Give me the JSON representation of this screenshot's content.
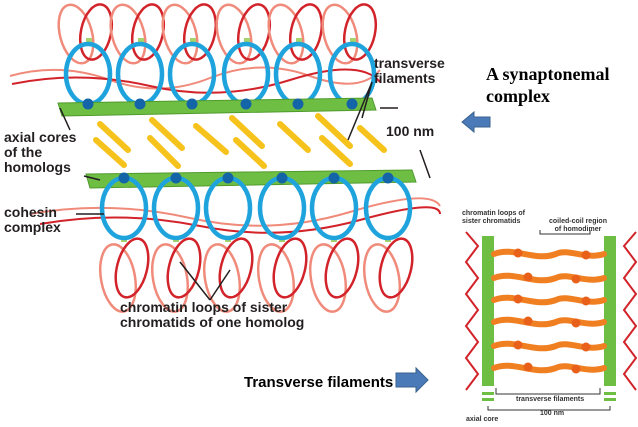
{
  "main_diagram": {
    "labels": {
      "transverse_filaments": "transverse\nfilaments",
      "scale": "100 nm",
      "axial_cores": "axial cores\nof the\nhomologs",
      "cohesin": "cohesin\ncomplex",
      "chromatin_loops": "chromatin loops of sister\nchromatids of one homolog"
    }
  },
  "callouts": {
    "synaptonemal_title": "A synaptonemal\ncomplex",
    "transverse_filaments": "Transverse filaments"
  },
  "inset_diagram": {
    "labels": {
      "chromatin_loops": "chromatin loops of\nsister chromatids",
      "coiled_coil": "coiled-coil region\nof homodimer",
      "transverse_filaments": "transverse filaments",
      "scale": "100 nm",
      "axial_core": "axial core"
    }
  },
  "colors": {
    "red_loop": "#d2232a",
    "pink_loop": "#f08a7a",
    "blue_ring": "#1fa3dc",
    "blue_node": "#1464a8",
    "green_bar": "#6fbe44",
    "yellow_filament": "#f6c21c",
    "orange_filament": "#f07f22",
    "arrow": "#4a7ab8"
  }
}
